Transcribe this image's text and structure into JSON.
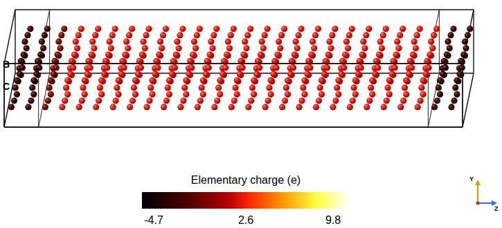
{
  "diagram": {
    "labels": [
      "B",
      "C",
      "Elementary charge (e)",
      "-4.7",
      "2.6",
      "9.8",
      "Y",
      "Z"
    ]
  }
}
